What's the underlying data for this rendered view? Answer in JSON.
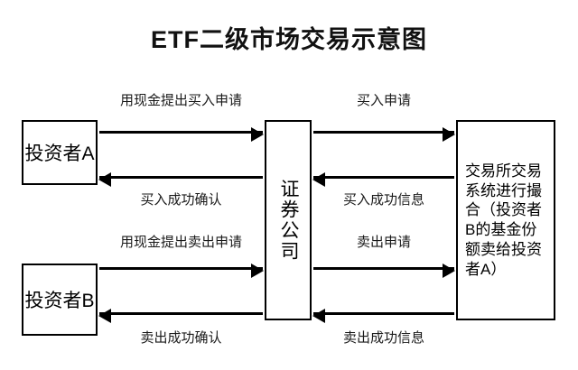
{
  "diagram": {
    "title": "ETF二级市场交易示意图",
    "nodes": {
      "investor_a": "投资者A",
      "investor_b": "投资者B",
      "broker": "证券公司",
      "exchange": "交易所交易系统进行撮合（投资者B的基金份额卖给投资者A）"
    },
    "flows": [
      {
        "id": "a-to-broker-buy",
        "label": "用现金提出买入申请",
        "from": "investor_a",
        "to": "broker",
        "direction": "right"
      },
      {
        "id": "broker-to-exchange-buy",
        "label": "买入申请",
        "from": "broker",
        "to": "exchange",
        "direction": "right"
      },
      {
        "id": "broker-to-a-confirm",
        "label": "买入成功确认",
        "from": "broker",
        "to": "investor_a",
        "direction": "left"
      },
      {
        "id": "exchange-to-broker-buy",
        "label": "买入成功信息",
        "from": "exchange",
        "to": "broker",
        "direction": "left"
      },
      {
        "id": "b-to-broker-sell",
        "label": "用现金提出卖出申请",
        "from": "investor_b",
        "to": "broker",
        "direction": "right"
      },
      {
        "id": "broker-to-exchange-sell",
        "label": "卖出申请",
        "from": "broker",
        "to": "exchange",
        "direction": "right"
      },
      {
        "id": "broker-to-b-confirm",
        "label": "卖出成功确认",
        "from": "broker",
        "to": "investor_b",
        "direction": "left"
      },
      {
        "id": "exchange-to-broker-sell",
        "label": "卖出成功信息",
        "from": "exchange",
        "to": "broker",
        "direction": "left"
      }
    ],
    "colors": {
      "stroke": "#000000",
      "background": "#ffffff",
      "text": "#1a1a1a"
    }
  }
}
